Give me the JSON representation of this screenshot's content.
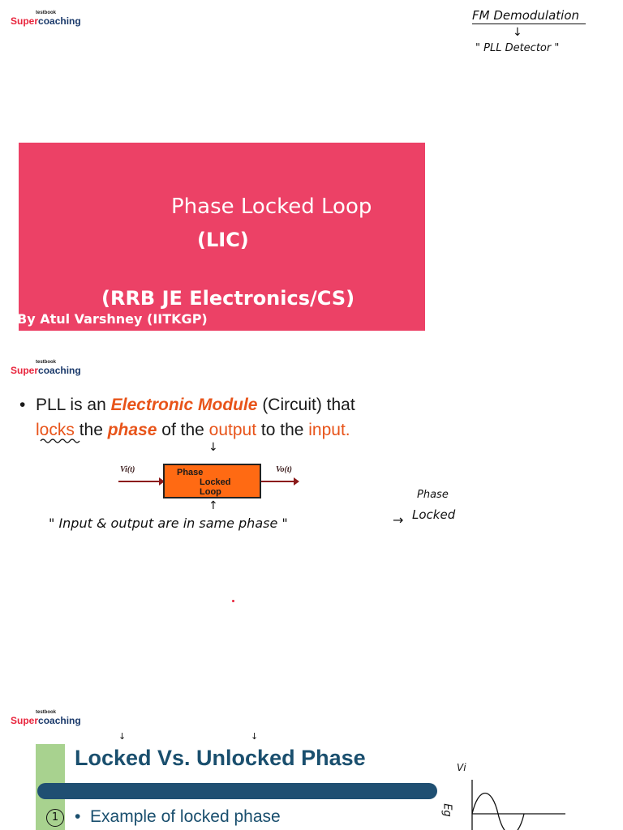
{
  "logo": {
    "top": "testbook",
    "super": "Super",
    "coaching": "coaching"
  },
  "notes_top": {
    "line1": "FM Demodulation",
    "arrow": "↓",
    "line2": "\" PLL Detector \""
  },
  "banner": {
    "title": "Phase Locked Loop",
    "subtitle": "(LIC)",
    "exam": "(RRB JE Electronics/CS)",
    "author": "By Atul Varshney (IITKGP)"
  },
  "slide2": {
    "bullet": "•",
    "line1_a": "PLL is an ",
    "line1_b": "Electronic Module",
    "line1_c": " (Circuit) that",
    "line2_a": "locks",
    "line2_b": " the ",
    "line2_c": "phase",
    "line2_d": " of the ",
    "line2_e": "output",
    "line2_f": " to the ",
    "line2_g": "input.",
    "box_l1": "Phase",
    "box_l2": "Locked",
    "box_l3": "Loop",
    "vin": "Vi(t)",
    "vout": "Vo(t)",
    "note_main": "\" Input & output are in same phase \"",
    "note_arrow": "→",
    "note_phase": "Phase",
    "note_locked": "Locked",
    "arrow_down": "↓",
    "arrow_up": "↑"
  },
  "slide3": {
    "heading": "Locked Vs. Unlocked Phase",
    "bullet": "•",
    "example": "Example of locked phase",
    "circle_num": "1",
    "vi": "Vi",
    "eg": "Eg"
  }
}
